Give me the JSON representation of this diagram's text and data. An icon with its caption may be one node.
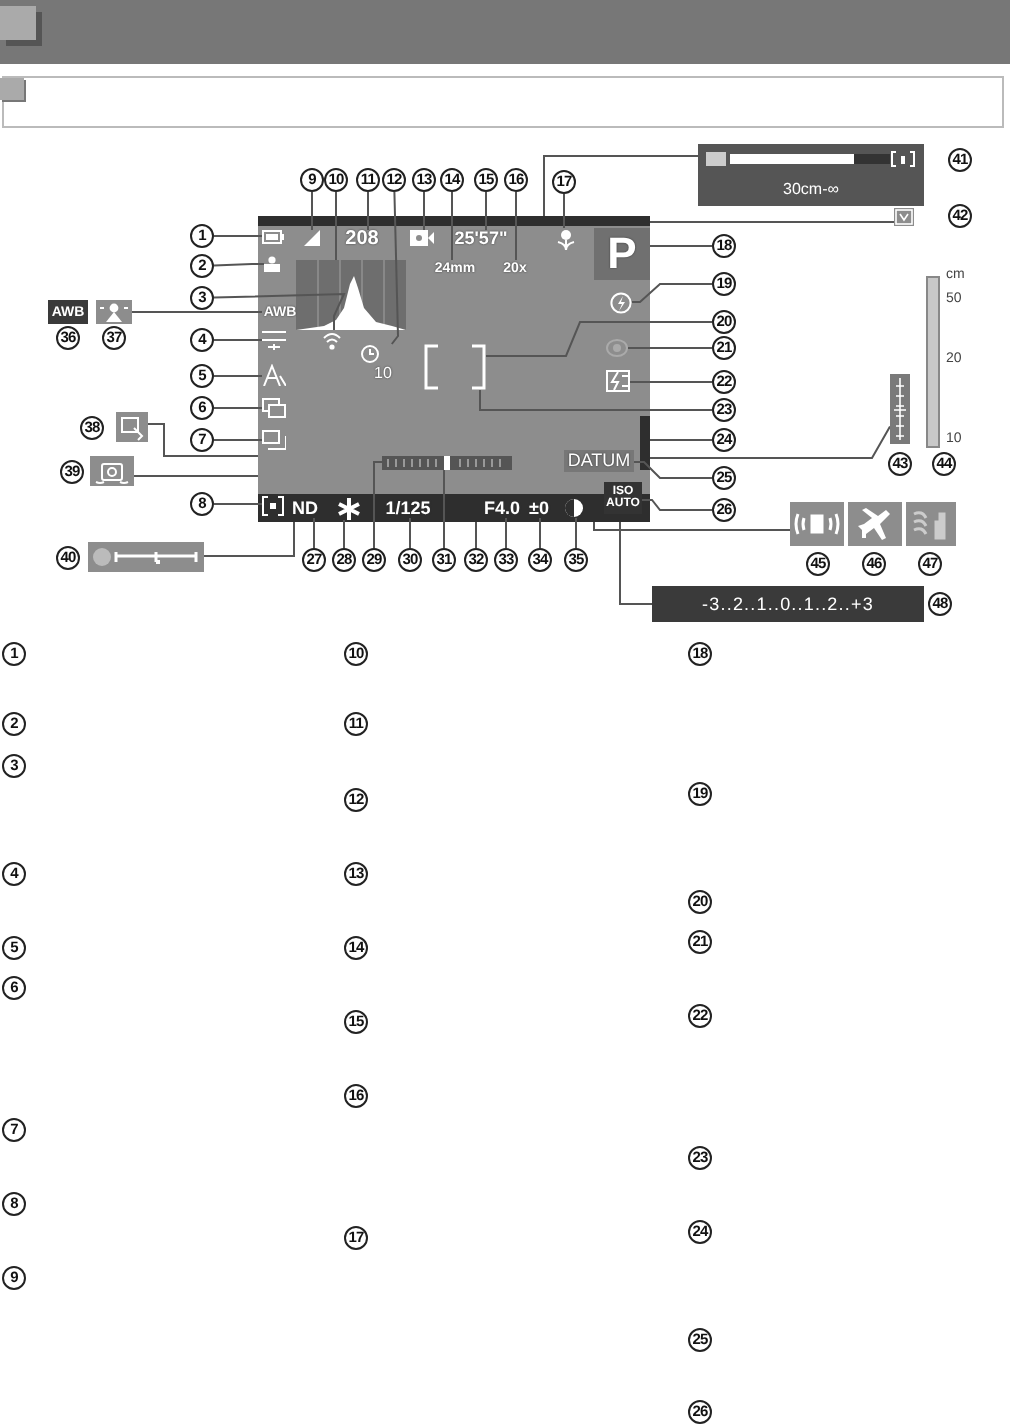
{
  "diagram": {
    "nodes": [
      {
        "text": [
          "1"
        ]
      },
      {
        "text": [
          "2"
        ]
      },
      {
        "text": [
          "3"
        ]
      },
      {
        "text": [
          "4"
        ]
      },
      {
        "text": [
          "5"
        ]
      },
      {
        "text": [
          "6"
        ]
      },
      {
        "text": [
          "7"
        ]
      },
      {
        "text": [
          "8"
        ]
      },
      {
        "text": [
          "9"
        ]
      },
      {
        "text": [
          "10"
        ]
      },
      {
        "text": [
          "11"
        ]
      },
      {
        "text": [
          "12"
        ]
      },
      {
        "text": [
          "13"
        ]
      },
      {
        "text": [
          "14"
        ]
      },
      {
        "text": [
          "15"
        ]
      },
      {
        "text": [
          "16"
        ]
      },
      {
        "text": [
          "17"
        ]
      },
      {
        "text": [
          "18"
        ]
      },
      {
        "text": [
          "19"
        ]
      },
      {
        "text": [
          "20"
        ]
      },
      {
        "text": [
          "21"
        ]
      },
      {
        "text": [
          "22"
        ]
      },
      {
        "text": [
          "23"
        ]
      },
      {
        "text": [
          "24"
        ]
      },
      {
        "text": [
          "25"
        ]
      },
      {
        "text": [
          "26"
        ]
      },
      {
        "text": [
          "27"
        ]
      },
      {
        "text": [
          "28"
        ]
      },
      {
        "text": [
          "29"
        ]
      },
      {
        "text": [
          "30"
        ]
      },
      {
        "text": [
          "31"
        ]
      },
      {
        "text": [
          "32"
        ]
      },
      {
        "text": [
          "33"
        ]
      },
      {
        "text": [
          "34"
        ]
      },
      {
        "text": [
          "35"
        ]
      },
      {
        "text": [
          "AWB"
        ]
      },
      {
        "text": [],
        "shape": "box"
      },
      {
        "text": [],
        "shape": "box"
      },
      {
        "text": [],
        "shape": "box"
      },
      {
        "text": [],
        "shape": "box"
      },
      {
        "text": [
          "30cm-∞"
        ]
      },
      {
        "text": [],
        "shape": "box"
      },
      {
        "text": [],
        "shape": "bar"
      },
      {
        "text": [
          "cm",
          "50",
          "20",
          "10"
        ]
      },
      {
        "text": [],
        "shape": "box"
      },
      {
        "text": [],
        "shape": "box"
      },
      {
        "text": [],
        "shape": "box"
      },
      {
        "text": [
          "-3..2..1..0..1..2..+3"
        ]
      },
      {
        "text": [],
        "shape": "box"
      },
      {
        "text": [],
        "shape": "bar",
        "in": 48
      },
      {
        "text": [],
        "shape": "bar",
        "in": 48
      },
      {
        "text": [],
        "shape": "icon",
        "in": 48
      },
      {
        "text": [],
        "shape": "icon",
        "in": 48
      },
      {
        "text": [
          "208"
        ],
        "in": 48
      },
      {
        "text": [],
        "shape": "box",
        "in": 48
      },
      {
        "text": [
          "25'57\""
        ],
        "in": 48
      },
      {
        "text": [
          "24mm"
        ],
        "in": 48
      },
      {
        "text": [
          "20x"
        ],
        "in": 48
      },
      {
        "text": [],
        "shape": "icon",
        "in": 48
      },
      {
        "text": [
          "P"
        ],
        "in": 48
      },
      {
        "text": [],
        "shape": "box",
        "in": 48
      },
      {
        "text": [],
        "shape": "chart",
        "in": 48
      },
      {
        "text": [
          "AWB"
        ],
        "in": 48
      },
      {
        "text": [],
        "shape": "icon",
        "in": 48
      },
      {
        "text": [],
        "shape": "icon",
        "in": 48
      },
      {
        "text": [
          "10"
        ],
        "in": 48
      },
      {
        "text": [],
        "shape": "icon",
        "in": 48
      },
      {
        "text": [],
        "shape": "frame",
        "in": 48
      },
      {
        "text": [],
        "shape": "icon",
        "in": 48
      },
      {
        "text": [],
        "shape": "icon",
        "in": 48
      },
      {
        "text": [],
        "shape": "icon",
        "in": 48
      },
      {
        "text": [],
        "shape": "icon",
        "in": 48
      },
      {
        "text": [],
        "shape": "icon",
        "in": 48
      },
      {
        "text": [],
        "shape": "bar",
        "in": 48
      },
      {
        "text": [
          "DATUM"
        ],
        "in": 48
      },
      {
        "text": [],
        "shape": "bar",
        "in": 48
      },
      {
        "text": [
          "ISO",
          "AUTO"
        ],
        "in": 48
      },
      {
        "text": [],
        "shape": "box",
        "in": 50
      },
      {
        "text": [
          "ND"
        ],
        "in": 50
      },
      {
        "text": [],
        "shape": "icon",
        "in": 50
      },
      {
        "text": [
          "1/125"
        ],
        "in": 50
      },
      {
        "text": [
          "F4.0"
        ],
        "in": 50
      },
      {
        "text": [
          "±0"
        ],
        "in": 50
      },
      {
        "text": [],
        "shape": "icon",
        "in": 50
      },
      {
        "text": [
          "1"
        ]
      },
      {
        "text": [
          "2"
        ]
      },
      {
        "text": [
          "3"
        ]
      },
      {
        "text": [
          "4"
        ]
      },
      {
        "text": [
          "5"
        ]
      },
      {
        "text": [
          "6"
        ]
      },
      {
        "text": [
          "7"
        ]
      },
      {
        "text": [
          "8"
        ]
      },
      {
        "text": [
          "9"
        ]
      },
      {
        "text": [
          "10"
        ]
      },
      {
        "text": [
          "11"
        ]
      },
      {
        "text": [
          "12"
        ]
      },
      {
        "text": [
          "13"
        ]
      },
      {
        "text": [
          "14"
        ]
      },
      {
        "text": [
          "15"
        ]
      },
      {
        "text": [
          "16"
        ]
      },
      {
        "text": [
          "17"
        ]
      },
      {
        "text": [
          "18"
        ]
      },
      {
        "text": [
          "19"
        ]
      },
      {
        "text": [
          "20"
        ]
      },
      {
        "text": [
          "21"
        ]
      },
      {
        "text": [
          "22"
        ]
      },
      {
        "text": [
          "23"
        ]
      },
      {
        "text": [
          "24"
        ]
      },
      {
        "text": [
          "25"
        ]
      },
      {
        "text": [
          "26"
        ]
      },
      {
        "text": [
          "36"
        ]
      },
      {
        "text": [
          "37"
        ]
      },
      {
        "text": [
          "38"
        ]
      },
      {
        "text": [
          "39"
        ]
      },
      {
        "text": [
          "40"
        ]
      },
      {
        "text": [
          "41"
        ]
      },
      {
        "text": [
          "42"
        ]
      },
      {
        "text": [
          "43"
        ]
      },
      {
        "text": [
          "44"
        ]
      },
      {
        "text": [
          "45"
        ]
      },
      {
        "text": [
          "46"
        ]
      },
      {
        "text": [
          "47"
        ]
      },
      {
        "text": [
          "48"
        ]
      }
    ],
    "edges": [
      {
        "from": 0,
        "to": 51,
        "arrow": "none"
      },
      {
        "from": 1,
        "to": 60,
        "arrow": "none"
      },
      {
        "from": 2,
        "to": 64,
        "arrow": "none"
      },
      {
        "from": 3,
        "to": 63,
        "arrow": "none"
      },
      {
        "from": 4,
        "to": 66,
        "arrow": "none"
      },
      {
        "from": 5,
        "to": 68,
        "arrow": "none"
      },
      {
        "from": 6,
        "to": 69,
        "arrow": "none"
      },
      {
        "from": 7,
        "to": 77,
        "arrow": "none"
      },
      {
        "from": 8,
        "to": 52,
        "arrow": "none"
      },
      {
        "from": 9,
        "to": 61,
        "arrow": "none"
      },
      {
        "from": 10,
        "to": 53,
        "arrow": "none"
      },
      {
        "from": 11,
        "to": 65,
        "arrow": "none"
      },
      {
        "from": 12,
        "to": 54,
        "arrow": "none"
      },
      {
        "from": 13,
        "to": 56,
        "arrow": "none"
      },
      {
        "from": 14,
        "to": 55,
        "arrow": "none"
      },
      {
        "from": 15,
        "to": 57,
        "arrow": "none"
      },
      {
        "from": 16,
        "to": 58,
        "arrow": "none"
      },
      {
        "from": 17,
        "to": 59,
        "arrow": "none"
      },
      {
        "from": 18,
        "to": 70,
        "arrow": "none"
      },
      {
        "from": 19,
        "to": 67,
        "arrow": "none"
      },
      {
        "from": 20,
        "to": 71,
        "arrow": "none"
      },
      {
        "from": 21,
        "to": 72,
        "arrow": "none"
      },
      {
        "from": 22,
        "to": 67,
        "arrow": "none"
      },
      {
        "from": 23,
        "to": 73,
        "arrow": "none"
      },
      {
        "from": 24,
        "to": 74,
        "arrow": "none"
      },
      {
        "from": 25,
        "to": 76,
        "arrow": "none"
      },
      {
        "from": 26,
        "to": 78,
        "arrow": "none"
      },
      {
        "from": 27,
        "to": 79,
        "arrow": "none"
      },
      {
        "from": 28,
        "to": 75,
        "arrow": "none"
      },
      {
        "from": 29,
        "to": 80,
        "arrow": "none"
      },
      {
        "from": 30,
        "to": 75,
        "arrow": "none"
      },
      {
        "from": 31,
        "to": 50,
        "arrow": "none"
      },
      {
        "from": 32,
        "to": 81,
        "arrow": "none"
      },
      {
        "from": 33,
        "to": 82,
        "arrow": "none"
      },
      {
        "from": 34,
        "to": 83,
        "arrow": "none"
      },
      {
        "from": 36,
        "to": 62,
        "arrow": "none"
      },
      {
        "from": 37,
        "to": 48,
        "arrow": "none"
      },
      {
        "from": 38,
        "to": 48,
        "arrow": "none"
      },
      {
        "from": 39,
        "to": 50,
        "arrow": "none"
      },
      {
        "from": 40,
        "to": 49,
        "arrow": "none"
      },
      {
        "from": 41,
        "to": 49,
        "arrow": "none"
      },
      {
        "from": 42,
        "to": 73,
        "arrow": "none"
      },
      {
        "from": 44,
        "to": 50,
        "arrow": "none"
      },
      {
        "from": 47,
        "to": 50,
        "arrow": "none"
      }
    ]
  }
}
